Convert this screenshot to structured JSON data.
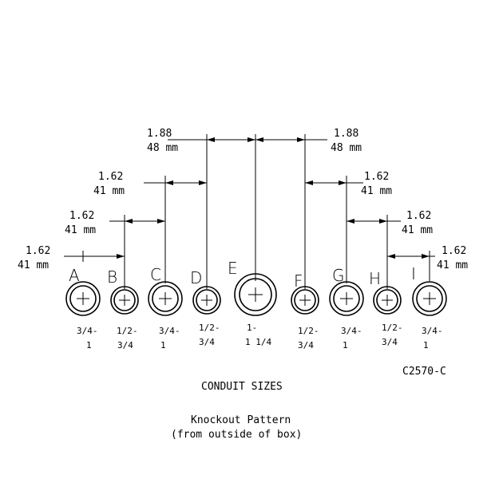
{
  "knockouts": [
    {
      "letter": "A",
      "size_line1": "3/4-",
      "size_line2": "1"
    },
    {
      "letter": "B",
      "size_line1": "1/2-",
      "size_line2": "3/4"
    },
    {
      "letter": "C",
      "size_line1": "3/4-",
      "size_line2": "1"
    },
    {
      "letter": "D",
      "size_line1": "1/2-",
      "size_line2": "3/4"
    },
    {
      "letter": "E",
      "size_line1": "1-",
      "size_line2": "1 1/4"
    },
    {
      "letter": "F",
      "size_line1": "1/2-",
      "size_line2": "3/4"
    },
    {
      "letter": "G",
      "size_line1": "3/4-",
      "size_line2": "1"
    },
    {
      "letter": "H",
      "size_line1": "1/2-",
      "size_line2": "3/4"
    },
    {
      "letter": "I",
      "size_line1": "3/4-",
      "size_line2": "1"
    }
  ],
  "dimensions": {
    "left_outer": {
      "in": "1.88",
      "mm": "48 mm"
    },
    "right_outer": {
      "in": "1.88",
      "mm": "48 mm"
    },
    "left_2": {
      "in": "1.62",
      "mm": "41 mm"
    },
    "right_2": {
      "in": "1.62",
      "mm": "41 mm"
    },
    "left_3": {
      "in": "1.62",
      "mm": "41 mm"
    },
    "right_3": {
      "in": "1.62",
      "mm": "41 mm"
    },
    "left_4": {
      "in": "1.62",
      "mm": "41 mm"
    },
    "right_4": {
      "in": "1.62",
      "mm": "41 mm"
    }
  },
  "drawing_number": "C2570-C",
  "section_title": "CONDUIT SIZES",
  "caption_line1": "Knockout Pattern",
  "caption_line2": "(from outside of box)"
}
